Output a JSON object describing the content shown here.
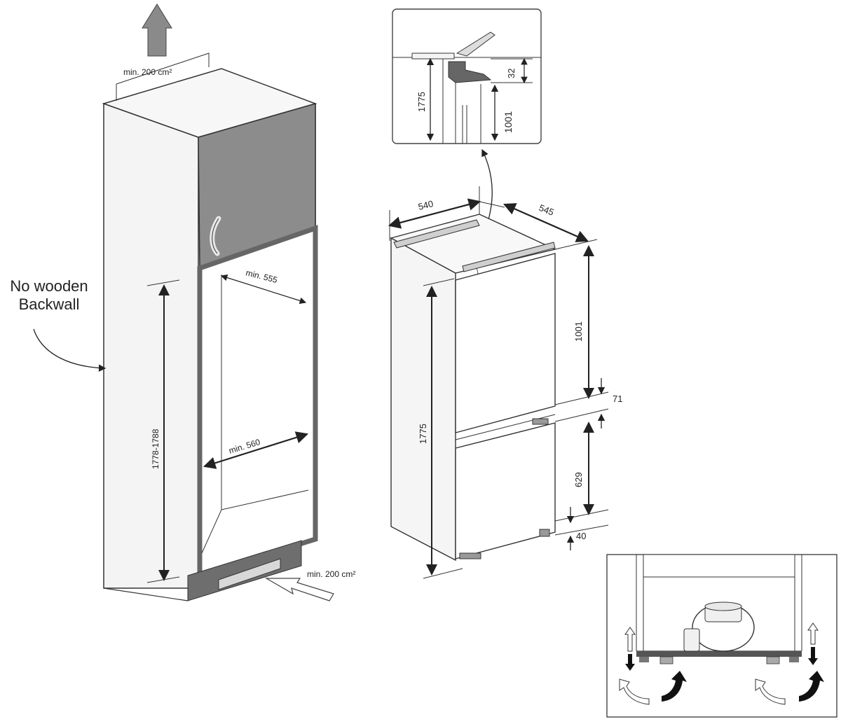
{
  "notes": {
    "backwall_line1": "No wooden",
    "backwall_line2": "Backwall",
    "vent_top": "min. 200 cm²",
    "vent_bottom": "min. 200 cm²"
  },
  "niche": {
    "height": "1778-1788",
    "depth": "min. 555",
    "width": "min. 560"
  },
  "appliance": {
    "width": "540",
    "depth": "545",
    "total_height": "1775",
    "upper_door": "1001",
    "gap": "71",
    "lower_door": "629",
    "bottom": "40"
  },
  "detail_top": {
    "height": "1775",
    "offset": "32",
    "door": "1001"
  },
  "colors": {
    "line": "#333333",
    "panel_gray": "#8c8c8c",
    "plinth_gray": "#6e6e6e",
    "cabinet_fill": "#f3f3f3",
    "arrow_gray": "#777777"
  }
}
